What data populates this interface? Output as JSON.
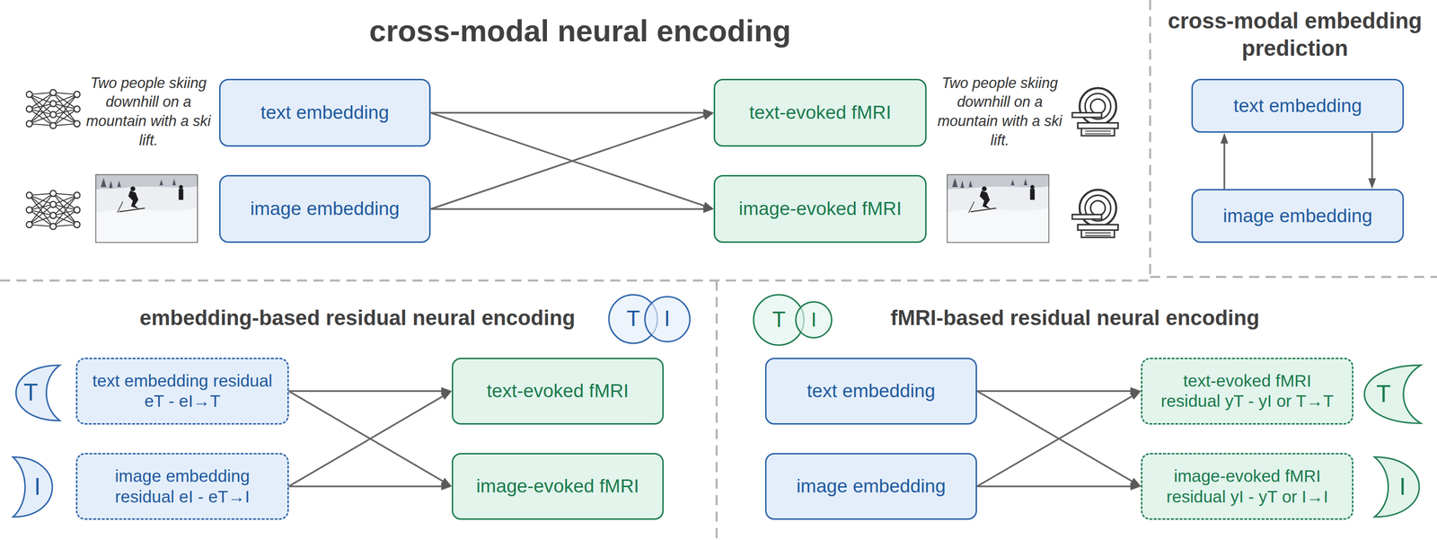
{
  "diagram": {
    "nodes": [
      {
        "text": [
          "text embedding"
        ]
      },
      {
        "text": [
          "image embedding"
        ]
      },
      {
        "text": [
          "text-evoked fMRI"
        ]
      },
      {
        "text": [
          "image-evoked fMRI"
        ]
      },
      {
        "text": [
          "text embedding"
        ]
      },
      {
        "text": [
          "image embedding"
        ]
      },
      {
        "text": [
          "T"
        ]
      },
      {
        "text": [
          "I"
        ]
      },
      {
        "text": [
          "T"
        ]
      },
      {
        "text": [
          "I"
        ]
      },
      {
        "text": [
          "text embedding residual eT - eI→T"
        ]
      },
      {
        "text": [
          "image embedding residual eI - eT→I"
        ]
      },
      {
        "text": [
          "text-evoked fMRI"
        ]
      },
      {
        "text": [
          "image-evoked fMRI"
        ]
      },
      {
        "text": [
          "T"
        ]
      },
      {
        "text": [
          "I"
        ]
      },
      {
        "text": [
          "text embedding"
        ]
      },
      {
        "text": [
          "image embedding"
        ]
      },
      {
        "text": [
          "text-evoked fMRI residual yT - yI or T→T"
        ]
      },
      {
        "text": [
          "image-evoked fMRI residual yI - yT or I→I"
        ]
      },
      {
        "text": [
          "T"
        ]
      },
      {
        "text": [
          "I"
        ]
      }
    ],
    "edges": [
      {
        "from": 0,
        "to": 2,
        "arrow": "to"
      },
      {
        "from": 0,
        "to": 3,
        "arrow": "to"
      },
      {
        "from": 1,
        "to": 2,
        "arrow": "to"
      },
      {
        "from": 1,
        "to": 3,
        "arrow": "to"
      },
      {
        "from": 5,
        "to": 4,
        "arrow": "to"
      },
      {
        "from": 4,
        "to": 5,
        "arrow": "to"
      },
      {
        "from": 10,
        "to": 12,
        "arrow": "to"
      },
      {
        "from": 10,
        "to": 13,
        "arrow": "to"
      },
      {
        "from": 11,
        "to": 12,
        "arrow": "to"
      },
      {
        "from": 11,
        "to": 13,
        "arrow": "to"
      },
      {
        "from": 16,
        "to": 18,
        "arrow": "to"
      },
      {
        "from": 16,
        "to": 19,
        "arrow": "to"
      },
      {
        "from": 17,
        "to": 18,
        "arrow": "to"
      },
      {
        "from": 17,
        "to": 19,
        "arrow": "to"
      }
    ],
    "labels": [
      "cross-modal neural encoding",
      "Two people skiing downhill on a mountain with a ski lift.",
      "Two people skiing downhill on a mountain with a ski lift.",
      "cross-modal embedding prediction",
      "embedding-based residual neural encoding",
      "fMRI-based residual neural encoding"
    ]
  }
}
